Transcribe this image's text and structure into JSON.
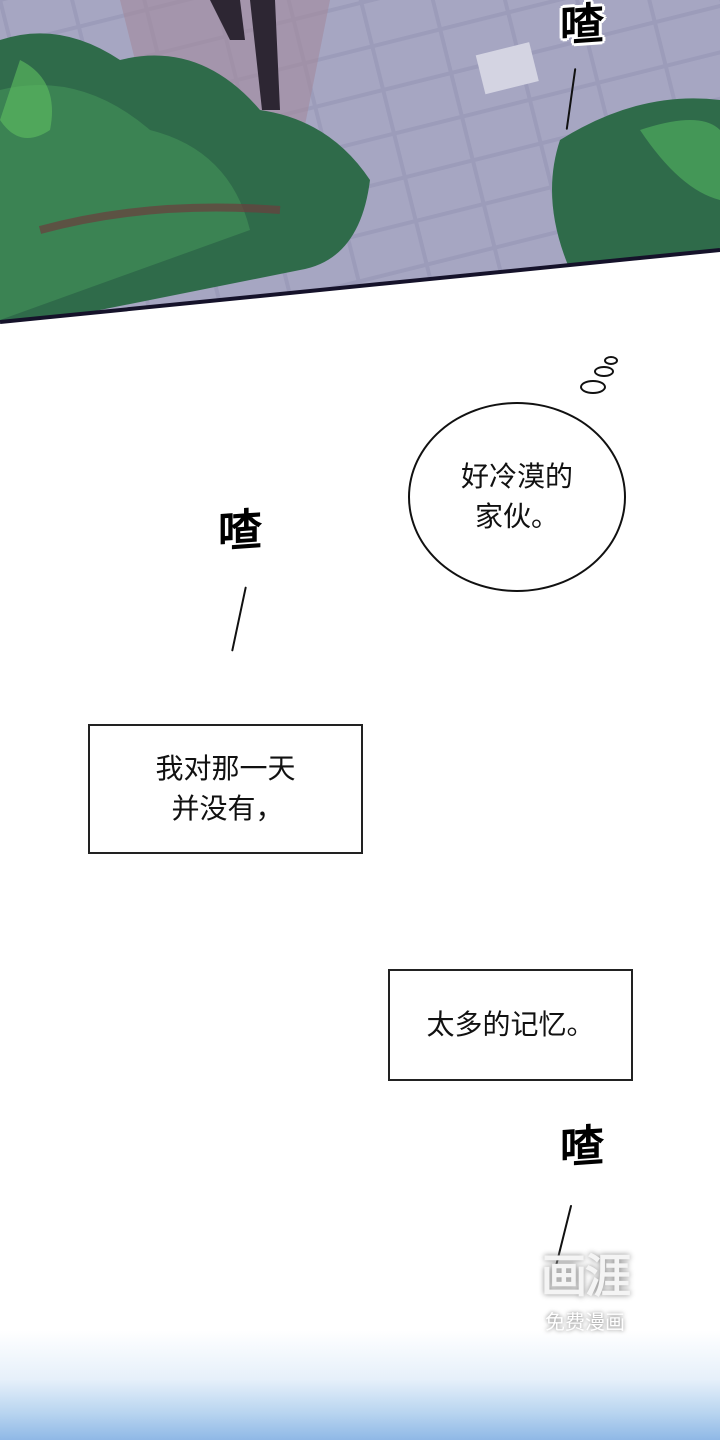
{
  "panel_top": {
    "sfx": "喳"
  },
  "sfx_left": "喳",
  "thought_bubble": {
    "lines": [
      "好冷漠的",
      "家伙。"
    ]
  },
  "caption_1": {
    "lines": [
      "我对那一天",
      "并没有，"
    ]
  },
  "caption_2": {
    "text": "太多的记忆。"
  },
  "sfx_right": "喳",
  "watermark": {
    "logo": "画涯",
    "tagline": "免费漫画"
  },
  "colors": {
    "foliage": "#2f6b4a",
    "pavement": "#9a9ab8",
    "sky": "#8fb8e6"
  }
}
